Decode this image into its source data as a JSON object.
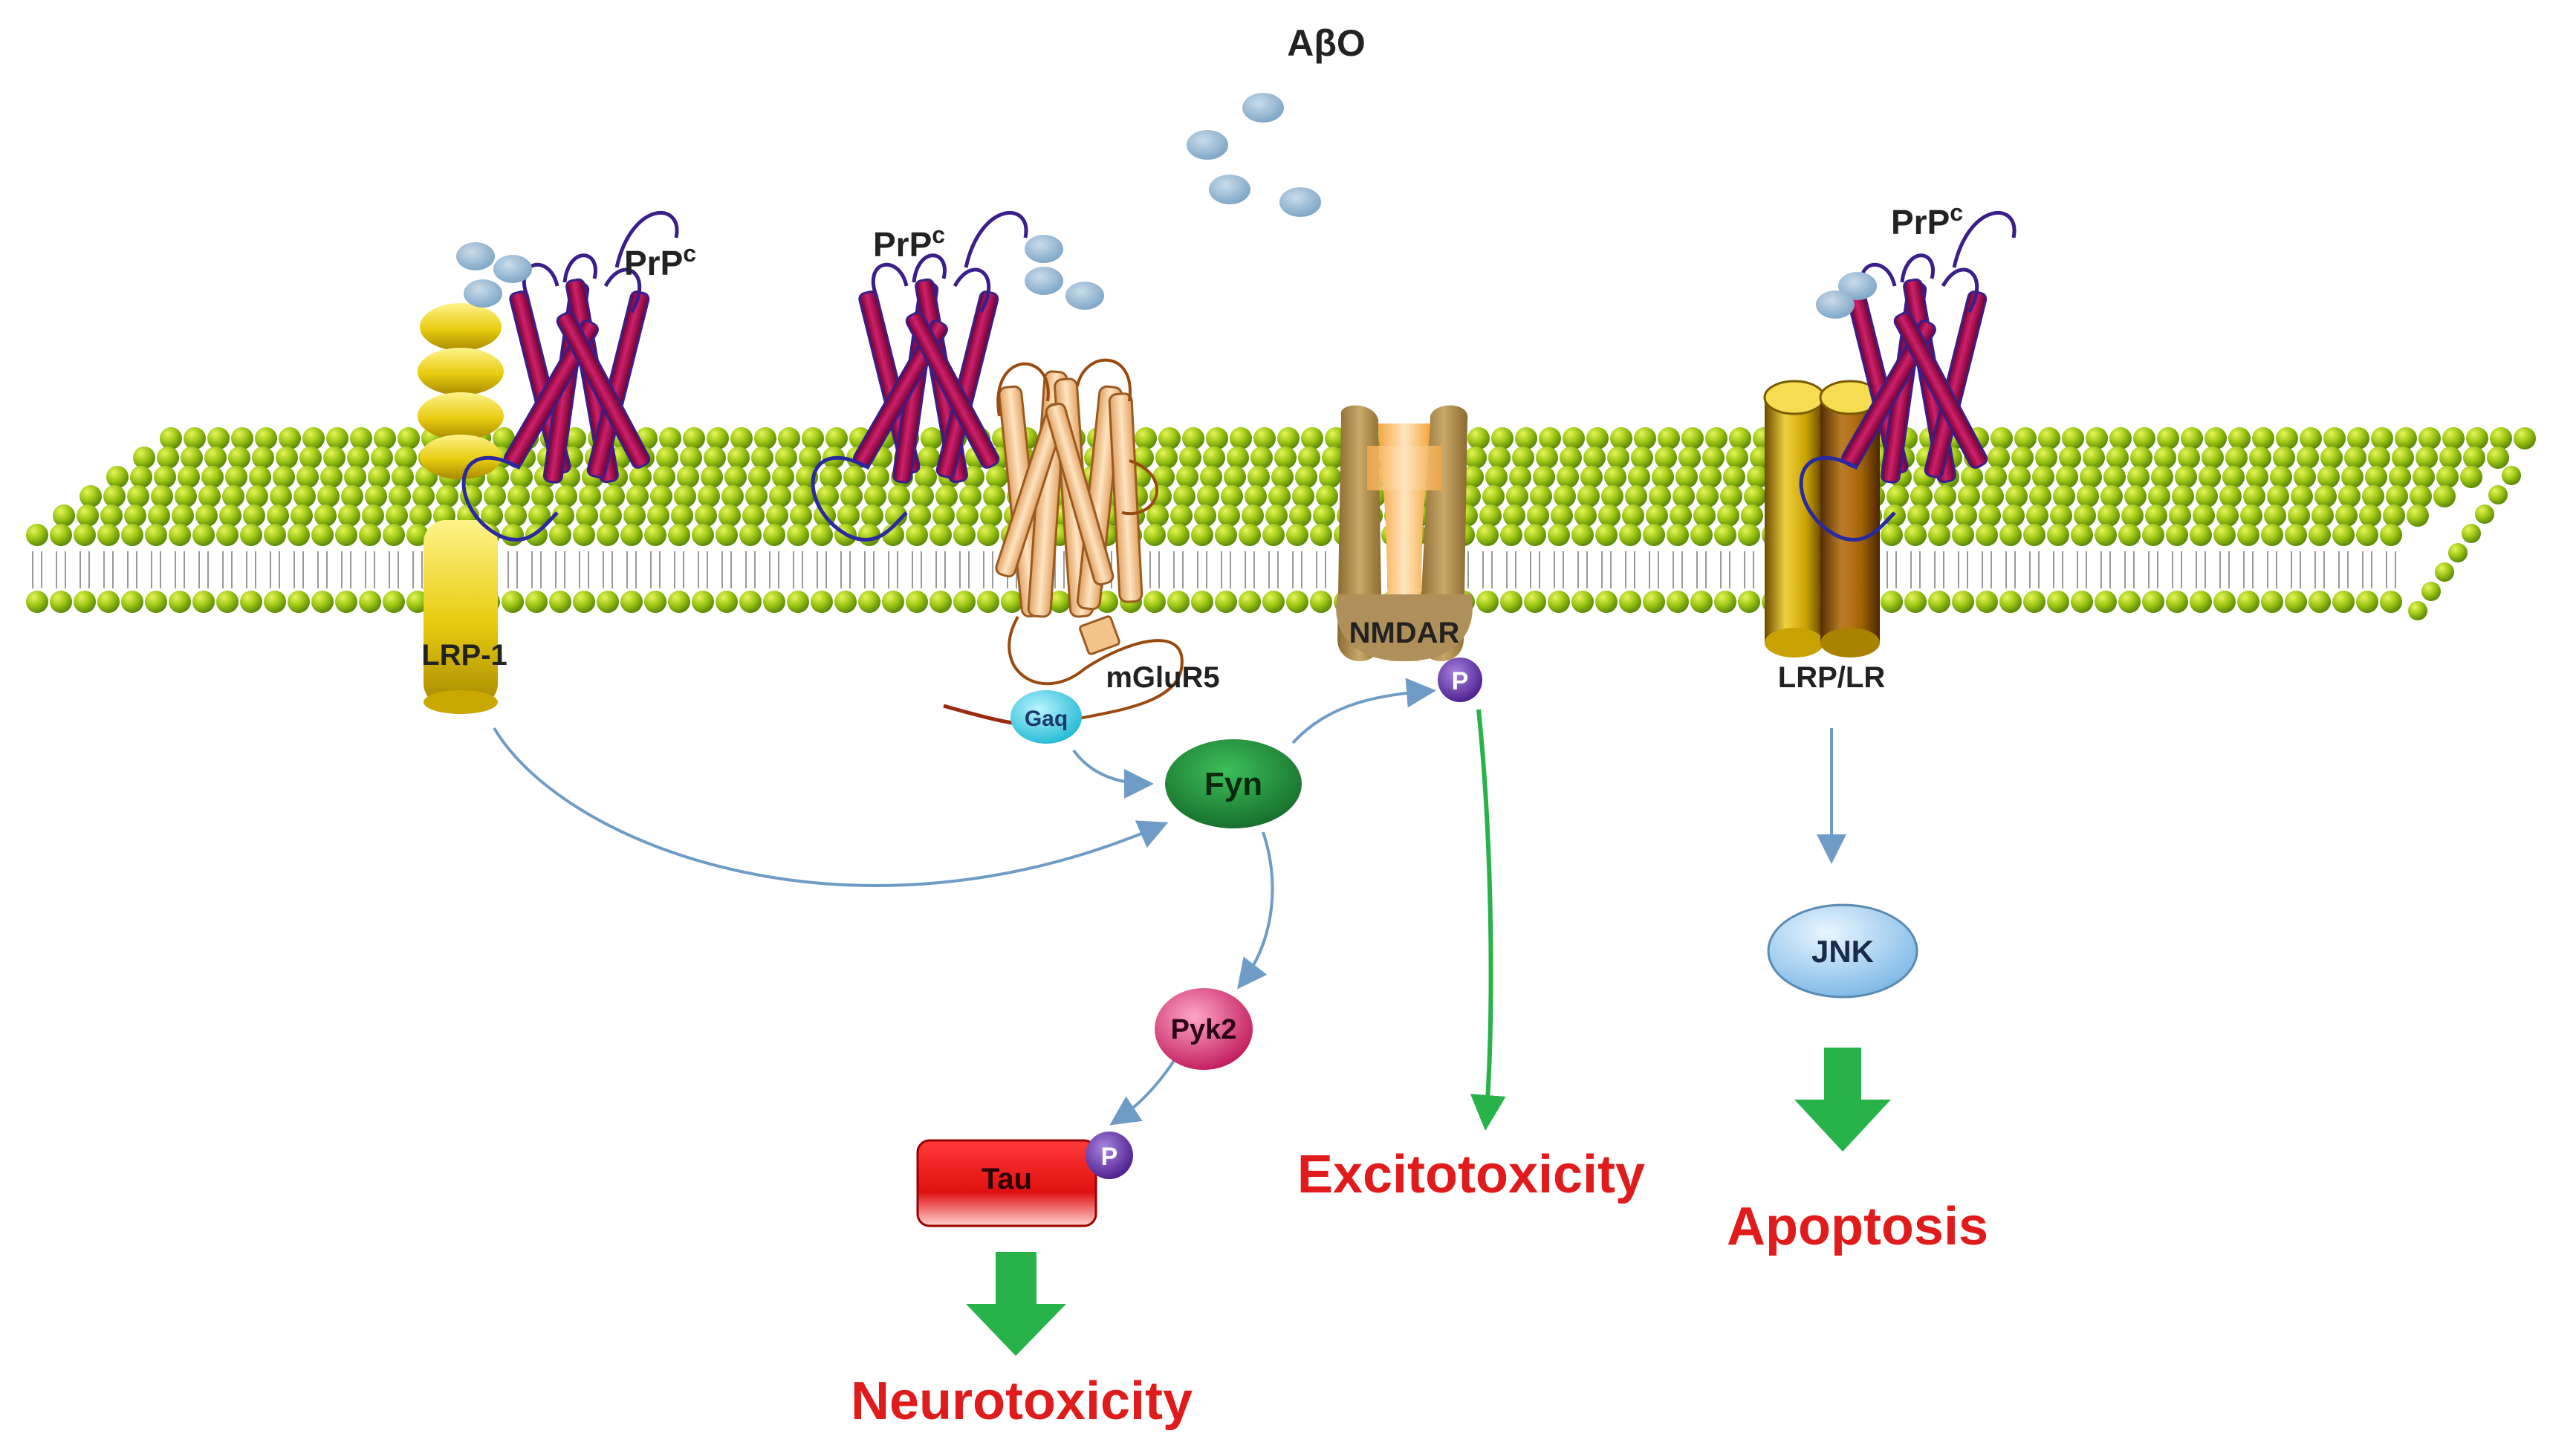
{
  "labels": {
    "abo": "AβO",
    "prp_main": "PrP",
    "prp_sup": "c",
    "lrp1": "LRP-1",
    "mglur5": "mGluR5",
    "gaq": "Gaq",
    "nmdar": "NMDAR",
    "p": "P",
    "lrp_lr": "LRP/LR",
    "fyn": "Fyn",
    "pyk2": "Pyk2",
    "tau": "Tau",
    "jnk": "JNK"
  },
  "outcomes": {
    "excitotoxicity": "Excitotoxicity",
    "apoptosis": "Apoptosis",
    "neurotoxicity": "Neurotoxicity"
  },
  "colors": {
    "membrane_bead": "#8fbf10",
    "prp_helix": "#b0124f",
    "prp_strand": "#3a1f8a",
    "abo": "#8eb3cf",
    "lrp1": "#e8cc10",
    "lrp_lr": "#c8a200",
    "mglur5": "#f2c38a",
    "nmdar": "#a8874e",
    "gaq": "#3fd4e8",
    "fyn": "#1f8a3a",
    "pyk2": "#d4296a",
    "tau": "#e01515",
    "phospho": "#5a2a9a",
    "jnk": "#a9d4f2",
    "arrow_signal": "#6f9cc6",
    "arrow_outcome": "#28b24a",
    "outcome_text": "#e01b1b"
  }
}
